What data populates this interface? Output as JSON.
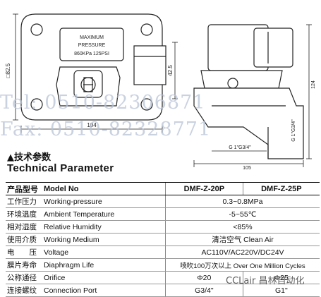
{
  "drawing": {
    "plate_text_1": "MAXIMUM",
    "plate_text_2": "PRESSURE",
    "plate_text_3": "860KPa 125PSI",
    "dim_height": "82.5",
    "dim_mid": "42.5",
    "dim_width": "104",
    "dim_side_width": "105",
    "dim_side_height": "124",
    "thread_outlet": "G 1\"G3/4\"",
    "thread_inlet": "G 1\"G3/4\""
  },
  "watermark": {
    "line1": "Tel: 0510-82306871",
    "line2": "Fax: 0510-82328771"
  },
  "section": {
    "title_cn": "▲技术参数",
    "title_en": "Technical Parameter"
  },
  "table": {
    "header": {
      "label_cn": "产品型号",
      "label_en": "Model No",
      "col1": "DMF-Z-20P",
      "col2": "DMF-Z-25P"
    },
    "rows": [
      {
        "cn": "工作压力",
        "en": "Working-pressure",
        "value": "0.3~0.8MPa"
      },
      {
        "cn": "环境温度",
        "en": "Ambient Temperature",
        "value": "-5~55℃"
      },
      {
        "cn": "相对湿度",
        "en": "Relative Humidity",
        "value": "<85%"
      },
      {
        "cn": "使用介质",
        "en": "Working Medium",
        "value": "清洁空气 Clean Air"
      },
      {
        "cn": "电　　压",
        "en": "Voltage",
        "value": "AC110V/AC220V/DC24V"
      },
      {
        "cn": "膜片寿命",
        "en": "Diaphragm Life",
        "value": "喷吹100万次以上 Over One Million Cycles"
      },
      {
        "cn": "公称通径",
        "en": "Orifice",
        "v1": "Φ20",
        "v2": "Φ25"
      },
      {
        "cn": "连接螺纹",
        "en": "Connection Port",
        "v1": "G3/4\"",
        "v2": "G1\""
      }
    ]
  },
  "brand": "CCLair 昌林自动化"
}
